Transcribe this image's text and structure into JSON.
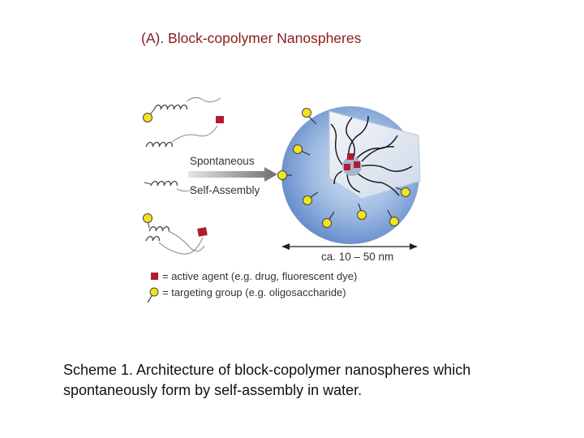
{
  "figure": {
    "title": "(A). Block-copolymer Nanospheres",
    "arrow_label_line1": "Spontaneous",
    "arrow_label_line2": "Self-Assembly",
    "size_label": "ca. 10 – 50 nm",
    "legend": [
      {
        "symbol": "red-square-icon",
        "text": "= active agent (e.g. drug, fluorescent dye)"
      },
      {
        "symbol": "yellow-circle-icon",
        "text": "= targeting group (e.g. oligosaccharide)"
      }
    ],
    "colors": {
      "title": "#8b1a1a",
      "sphere": "#7ea3d6",
      "active_agent": "#b01c2e",
      "targeting_group": "#f2e41a",
      "arrow": "#8a8a8a"
    }
  },
  "caption": {
    "line1": "Scheme 1. Architecture of block-copolymer nanospheres which",
    "line2": "spontaneously form by self-assembly in water."
  }
}
